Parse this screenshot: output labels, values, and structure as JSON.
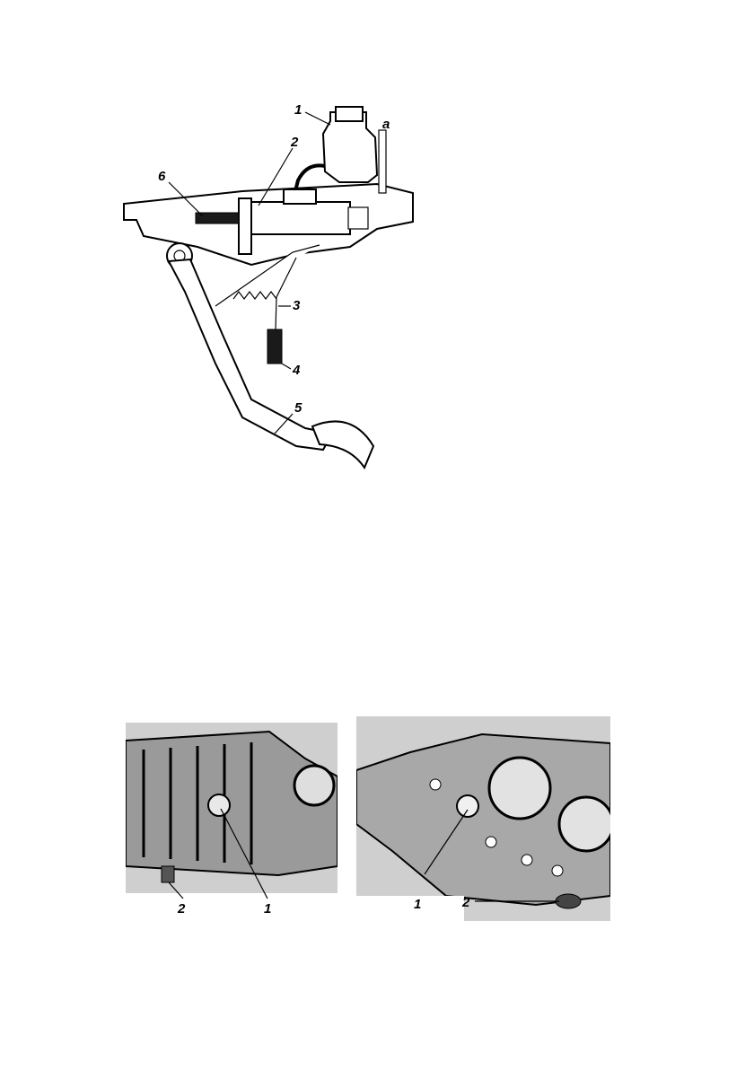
{
  "figure_top": {
    "callouts": [
      {
        "id": "1",
        "text": "1"
      },
      {
        "id": "2",
        "text": "2"
      },
      {
        "id": "3",
        "text": "3"
      },
      {
        "id": "4",
        "text": "4"
      },
      {
        "id": "5",
        "text": "5"
      },
      {
        "id": "6",
        "text": "6"
      },
      {
        "id": "a",
        "text": "a"
      }
    ]
  },
  "photo_left": {
    "callouts": [
      {
        "id": "1",
        "text": "1"
      },
      {
        "id": "2",
        "text": "2"
      }
    ]
  },
  "photo_right": {
    "callouts": [
      {
        "id": "1",
        "text": "1"
      },
      {
        "id": "2",
        "text": "2"
      }
    ]
  }
}
